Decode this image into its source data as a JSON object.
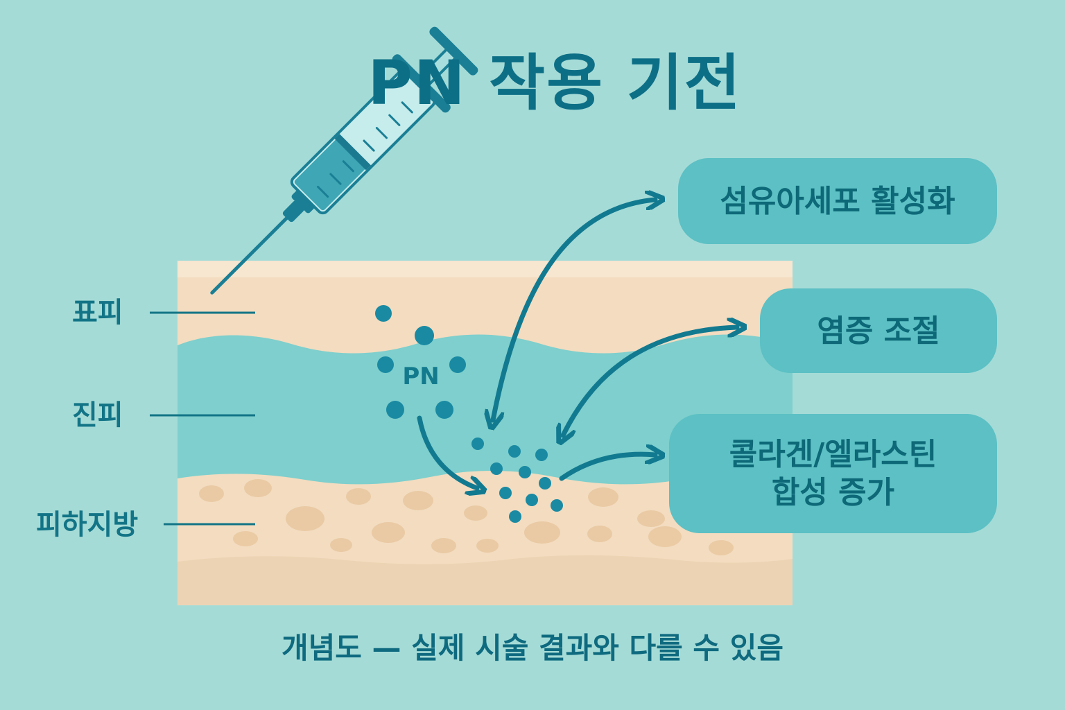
{
  "title": "PN 작용 기전",
  "layers": {
    "epidermis": "표피",
    "dermis": "진피",
    "subcutaneous": "피하지방"
  },
  "particle_label": "PN",
  "effects": {
    "fibroblast": "섬유아세포 활성화",
    "inflammation": "염증 조절",
    "collagen_line1": "콜라겐/엘라스틴",
    "collagen_line2": "합성 증가"
  },
  "caption": "개념도 — 실제 시술 결과와 다를 수 있음",
  "colors": {
    "background": "#a5dbd7",
    "accent": "#0d6f86",
    "dermis": "#7ecfcd",
    "skin": "#f3dcc0",
    "pill": "#5cc0c4"
  }
}
